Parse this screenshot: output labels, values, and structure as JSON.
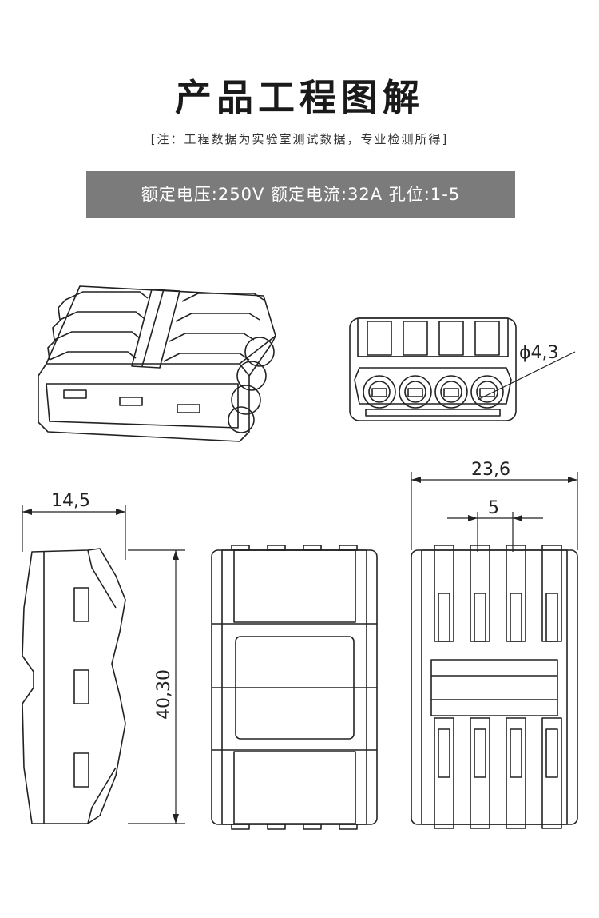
{
  "title": "产品工程图解",
  "note": "[注：工程数据为实验室测试数据，专业检测所得]",
  "banner": "额定电压:250V 额定电流:32A 孔位:1-5",
  "dimensions": {
    "hole_diameter": "ϕ4,3",
    "width_side": "14,5",
    "height": "40,30",
    "width_total": "23,6",
    "pitch": "5"
  }
}
